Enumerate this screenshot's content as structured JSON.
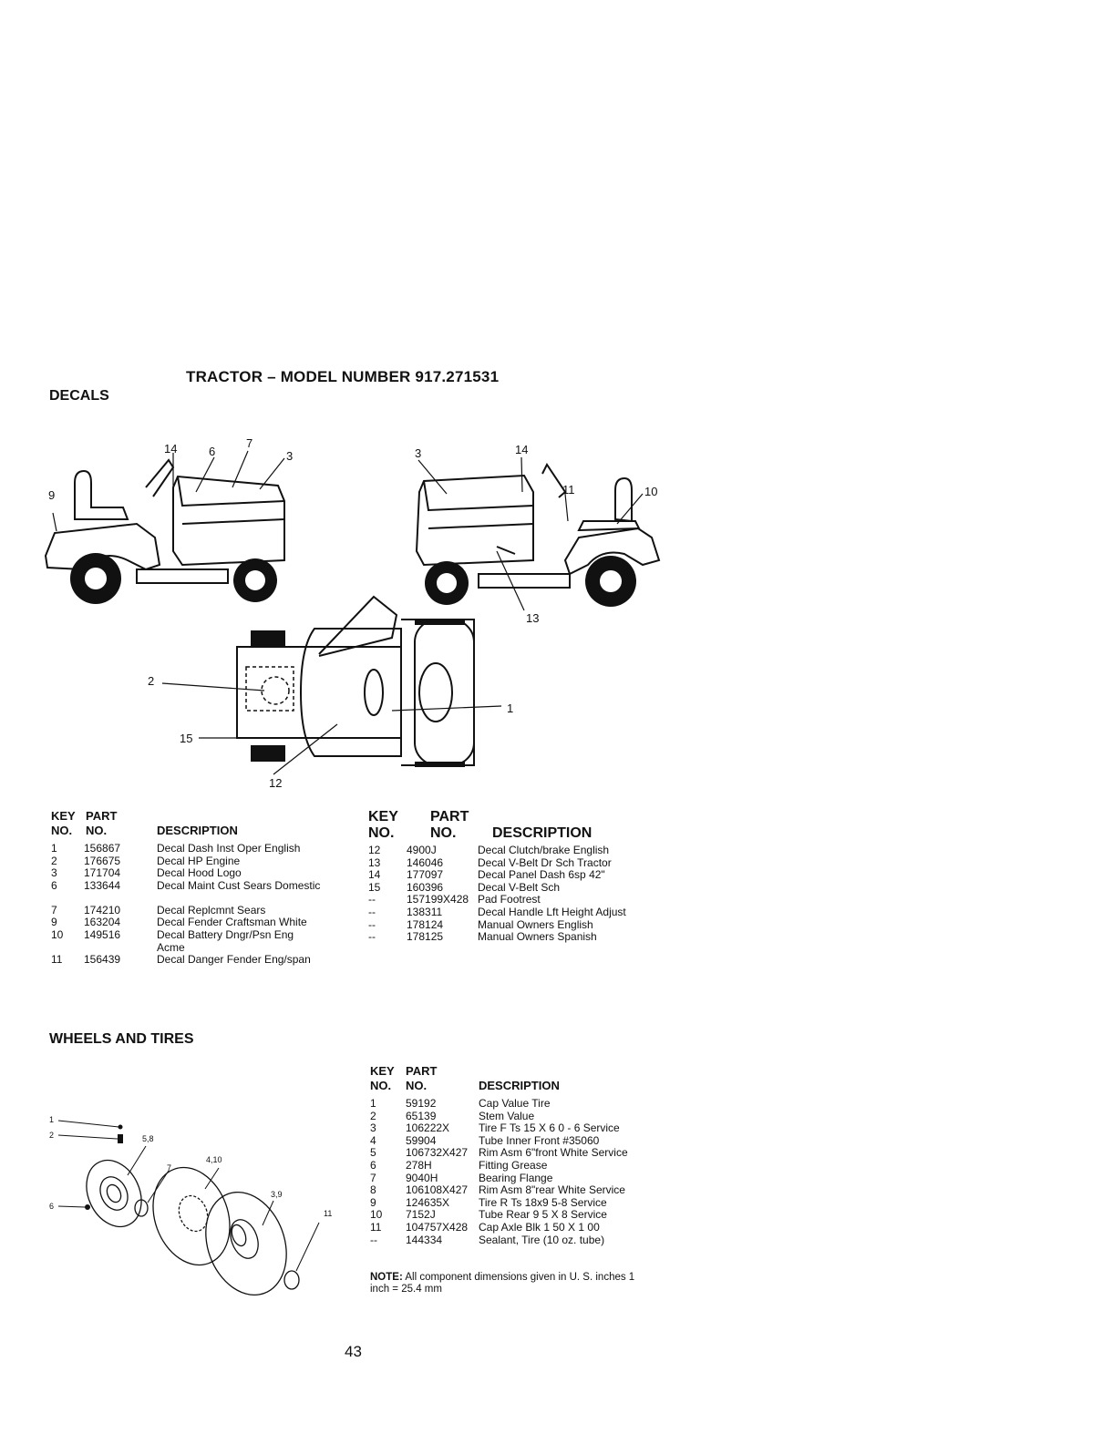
{
  "page": {
    "title": "TRACTOR – MODEL NUMBER 917.271531",
    "page_number": "43"
  },
  "decals": {
    "section_title": "DECALS",
    "callouts": {
      "left_view": [
        "9",
        "14",
        "6",
        "7",
        "3"
      ],
      "right_view": [
        "3",
        "14",
        "11",
        "10",
        "13"
      ],
      "top_view": [
        "2",
        "15",
        "12",
        "1"
      ]
    },
    "headers": {
      "key_top": "KEY",
      "key_bottom": "NO.",
      "part_top": "PART",
      "part_bottom": "NO.",
      "description": "DESCRIPTION"
    },
    "table_left": [
      {
        "key": "1",
        "part": "156867",
        "desc": "Decal Dash Inst Oper English"
      },
      {
        "key": "2",
        "part": "176675",
        "desc": "Decal HP Engine"
      },
      {
        "key": "3",
        "part": "171704",
        "desc": "Decal Hood Logo"
      },
      {
        "key": "6",
        "part": "133644",
        "desc": "Decal Maint Cust Sears Domestic"
      },
      {
        "key": "7",
        "part": "174210",
        "desc": "Decal Replcmnt Sears"
      },
      {
        "key": "9",
        "part": "163204",
        "desc": "Decal Fender Craftsman White"
      },
      {
        "key": "10",
        "part": "149516",
        "desc": "Decal Battery Dngr/Psn Eng Acme"
      },
      {
        "key": "11",
        "part": "156439",
        "desc": "Decal Danger Fender Eng/span"
      }
    ],
    "table_right": [
      {
        "key": "12",
        "part": "4900J",
        "desc": "Decal Clutch/brake English"
      },
      {
        "key": "13",
        "part": "146046",
        "desc": "Decal V-Belt Dr Sch Tractor"
      },
      {
        "key": "14",
        "part": "177097",
        "desc": "Decal Panel Dash 6sp 42\""
      },
      {
        "key": "15",
        "part": "160396",
        "desc": "Decal V-Belt Sch"
      },
      {
        "key": "--",
        "part": "157199X428",
        "desc": "Pad Footrest"
      },
      {
        "key": "--",
        "part": "138311",
        "desc": "Decal Handle Lft Height Adjust"
      },
      {
        "key": "--",
        "part": "178124",
        "desc": "Manual Owners English"
      },
      {
        "key": "--",
        "part": "178125",
        "desc": "Manual Owners Spanish"
      }
    ]
  },
  "wheels": {
    "section_title": "WHEELS AND TIRES",
    "callouts": [
      "1",
      "2",
      "5,8",
      "4,10",
      "7",
      "6",
      "3,9",
      "11"
    ],
    "headers": {
      "key_top": "KEY",
      "key_bottom": "NO.",
      "part_top": "PART",
      "part_bottom": "NO.",
      "description": "DESCRIPTION"
    },
    "table": [
      {
        "key": "1",
        "part": "59192",
        "desc": "Cap Value Tire"
      },
      {
        "key": "2",
        "part": "65139",
        "desc": "Stem Value"
      },
      {
        "key": "3",
        "part": "106222X",
        "desc": "Tire F Ts 15 X 6 0 - 6 Service"
      },
      {
        "key": "4",
        "part": "59904",
        "desc": "Tube Inner Front #35060"
      },
      {
        "key": "5",
        "part": "106732X427",
        "desc": "Rim Asm 6\"front White Service"
      },
      {
        "key": "6",
        "part": "278H",
        "desc": "Fitting Grease"
      },
      {
        "key": "7",
        "part": "9040H",
        "desc": "Bearing Flange"
      },
      {
        "key": "8",
        "part": "106108X427",
        "desc": "Rim Asm 8\"rear White Service"
      },
      {
        "key": "9",
        "part": "124635X",
        "desc": "Tire R Ts 18x9 5-8 Service"
      },
      {
        "key": "10",
        "part": "7152J",
        "desc": "Tube Rear 9 5 X 8 Service"
      },
      {
        "key": "11",
        "part": "104757X428",
        "desc": "Cap Axle Blk 1 50 X 1 00"
      },
      {
        "key": "--",
        "part": "144334",
        "desc": "Sealant, Tire (10 oz. tube)"
      }
    ],
    "note_label": "NOTE:",
    "note_text": "All component dimensions given in U. S. inches 1 inch = 25.4 mm"
  }
}
